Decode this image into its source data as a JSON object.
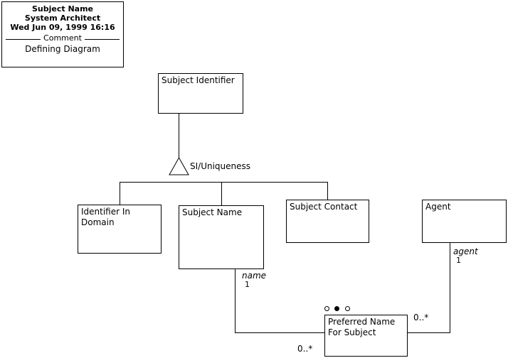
{
  "header": {
    "line1": "Subject Name",
    "line2": "System Architect",
    "timestamp": "Wed Jun 09, 1999  16:16",
    "comment_caption": "Comment",
    "comment_text": "Defining Diagram"
  },
  "diagram": {
    "nodes": [
      {
        "id": "subject-identifier",
        "label": "Subject Identifier"
      },
      {
        "id": "identifier-in-domain",
        "label": "Identifier In\nDomain"
      },
      {
        "id": "subject-name",
        "label": "Subject Name"
      },
      {
        "id": "subject-contact",
        "label": "Subject Contact"
      },
      {
        "id": "agent",
        "label": "Agent"
      },
      {
        "id": "preferred-name",
        "label": "Preferred Name\nFor Subject"
      }
    ],
    "generalization_label": "SI/Uniqueness",
    "role_name": "name",
    "role_agent": "agent",
    "mult_name_one": "1",
    "mult_agent_one": "1",
    "mult_left": "0..*",
    "mult_right": "0..*"
  },
  "colors": {
    "stroke": "#000000",
    "fill": "#ffffff"
  }
}
